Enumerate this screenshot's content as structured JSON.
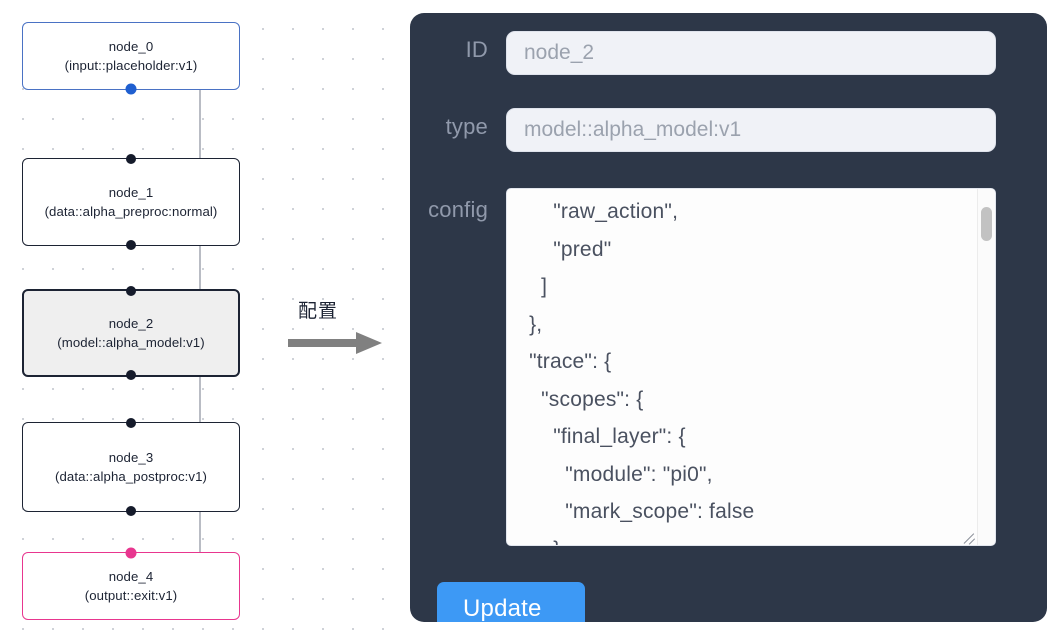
{
  "graph": {
    "nodes": [
      {
        "id": "node_0",
        "title": "node_0",
        "subtitle": "(input::placeholder:v1)",
        "kind": "input",
        "selected": false
      },
      {
        "id": "node_1",
        "title": "node_1",
        "subtitle": "(data::alpha_preproc:normal)",
        "kind": "default",
        "selected": false
      },
      {
        "id": "node_2",
        "title": "node_2",
        "subtitle": "(model::alpha_model:v1)",
        "kind": "default",
        "selected": true
      },
      {
        "id": "node_3",
        "title": "node_3",
        "subtitle": "(data::alpha_postproc:v1)",
        "kind": "default",
        "selected": false
      },
      {
        "id": "node_4",
        "title": "node_4",
        "subtitle": "(output::exit:v1)",
        "kind": "output",
        "selected": false
      }
    ],
    "colors": {
      "input_border": "#4a72c4",
      "output_border": "#e8368f",
      "default_border": "#1c2333",
      "selected_fill": "#efefef",
      "edge": "#b9bcc4",
      "port": "#151b2b",
      "port_input": "#1f5fd0",
      "port_output": "#e8368f"
    }
  },
  "transition": {
    "label": "配置",
    "arrow_icon": "arrow-right-icon",
    "arrow_color": "#808080"
  },
  "panel": {
    "background": "#2d3748",
    "fields": {
      "id": {
        "label": "ID",
        "value": "node_2",
        "placeholder": "node_2"
      },
      "type": {
        "label": "type",
        "value": "model::alpha_model:v1",
        "placeholder": "model::alpha_model:v1"
      },
      "config": {
        "label": "config",
        "value": "      \"raw_action\",\n      \"pred\"\n    ]\n  },\n  \"trace\": {\n    \"scopes\": {\n      \"final_layer\": {\n        \"module\": \"pi0\",\n        \"mark_scope\": false\n      },\n      \"action_model\": {"
      }
    },
    "scrollbar": {
      "icon": "vertical-scrollbar"
    },
    "resize_handle_icon": "resize-grip-icon",
    "update_button": {
      "label": "Update",
      "color": "#3d99f5"
    }
  }
}
